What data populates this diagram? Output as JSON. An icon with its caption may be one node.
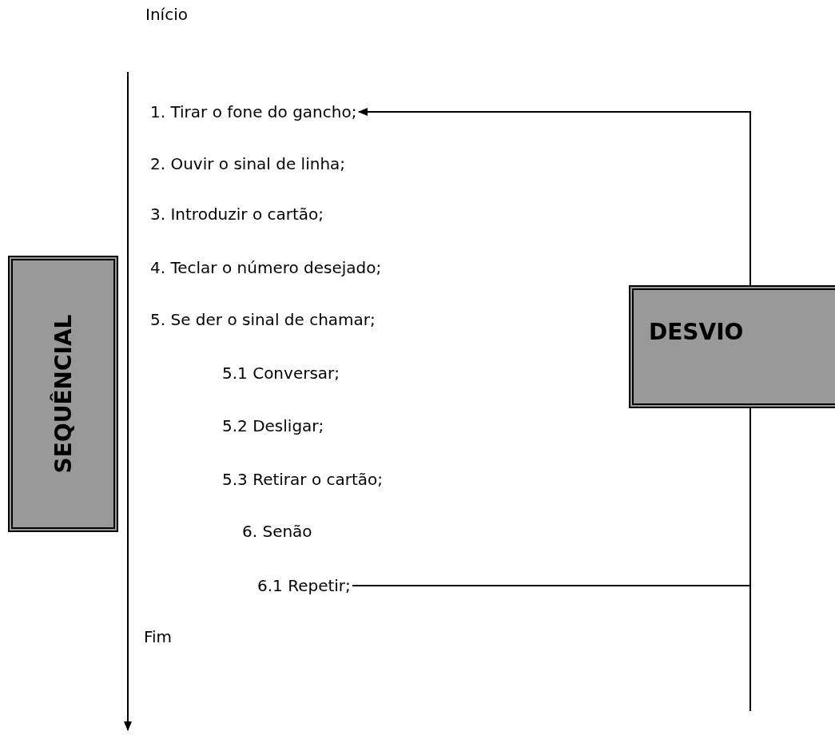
{
  "diagram": {
    "nodes": [
      {
        "text": [
          "1. Tirar o fone do gancho;"
        ]
      },
      {
        "text": [
          "SEQUÊNCIAL"
        ]
      },
      {
        "text": [
          "DESVIO"
        ]
      },
      {
        "text": [
          "6.1 Repetir;"
        ]
      }
    ],
    "edges": [
      {
        "from": 3,
        "to": 2,
        "arrow": "none"
      },
      {
        "from": 2,
        "to": 0,
        "arrow": "to"
      }
    ],
    "labels": [
      "Início",
      "2. Ouvir o sinal de linha;",
      "3. Introduzir o cartão;",
      "4. Teclar o número desejado;",
      "5. Se der o sinal de chamar;",
      "5.1 Conversar;",
      "5.2 Desligar;",
      "5.3 Retirar o cartão;",
      "6. Senão",
      "Fim"
    ]
  }
}
